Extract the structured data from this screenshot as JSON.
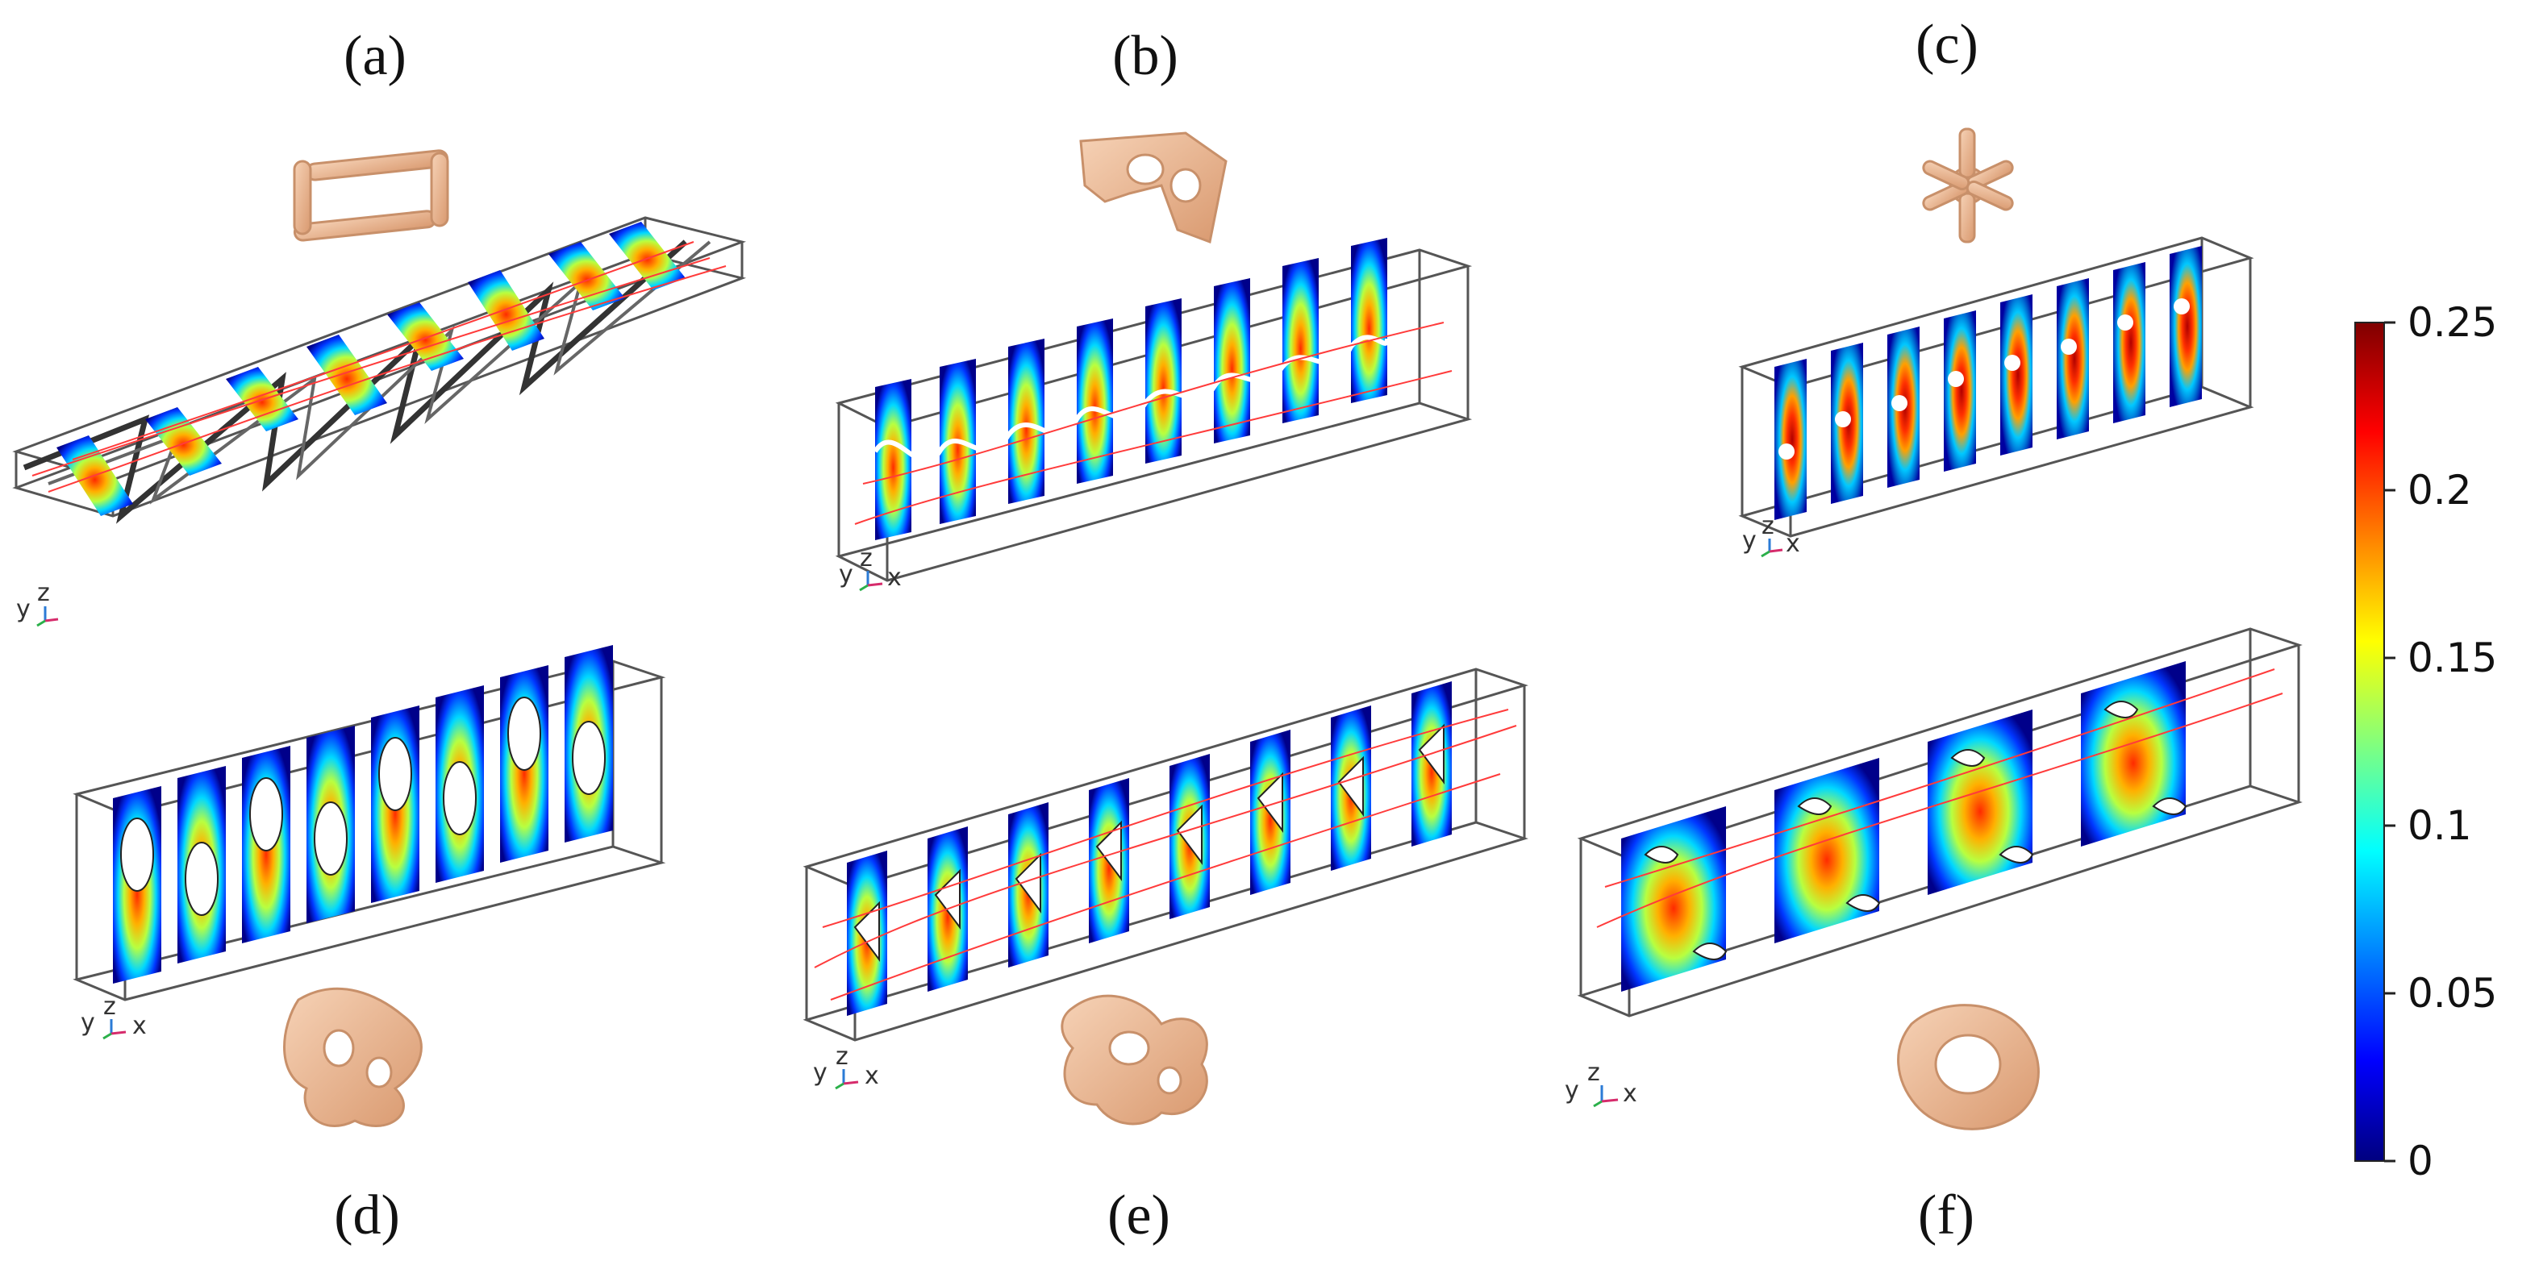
{
  "figure": {
    "panels": [
      {
        "id": "a",
        "label": "(a)"
      },
      {
        "id": "b",
        "label": "(b)"
      },
      {
        "id": "c",
        "label": "(c)"
      },
      {
        "id": "d",
        "label": "(d)"
      },
      {
        "id": "e",
        "label": "(e)"
      },
      {
        "id": "f",
        "label": "(f)"
      }
    ],
    "axis_triad": {
      "y": "y",
      "z": "z",
      "x": "x"
    },
    "colorbar": {
      "min": 0,
      "max": 0.25,
      "ticks": [
        "0.25",
        "0.2",
        "0.15",
        "0.1",
        "0.05",
        "0"
      ],
      "colormap": "jet",
      "colors": [
        "#00007f",
        "#0000ff",
        "#00ffff",
        "#ffff00",
        "#ff0000",
        "#7f0000"
      ]
    },
    "colors": {
      "unit_cell": "#e8b58f",
      "unit_cell_shade": "#c8906a",
      "box_edge": "#555555",
      "streamline": "#ff3b3b",
      "background": "#ffffff"
    }
  }
}
